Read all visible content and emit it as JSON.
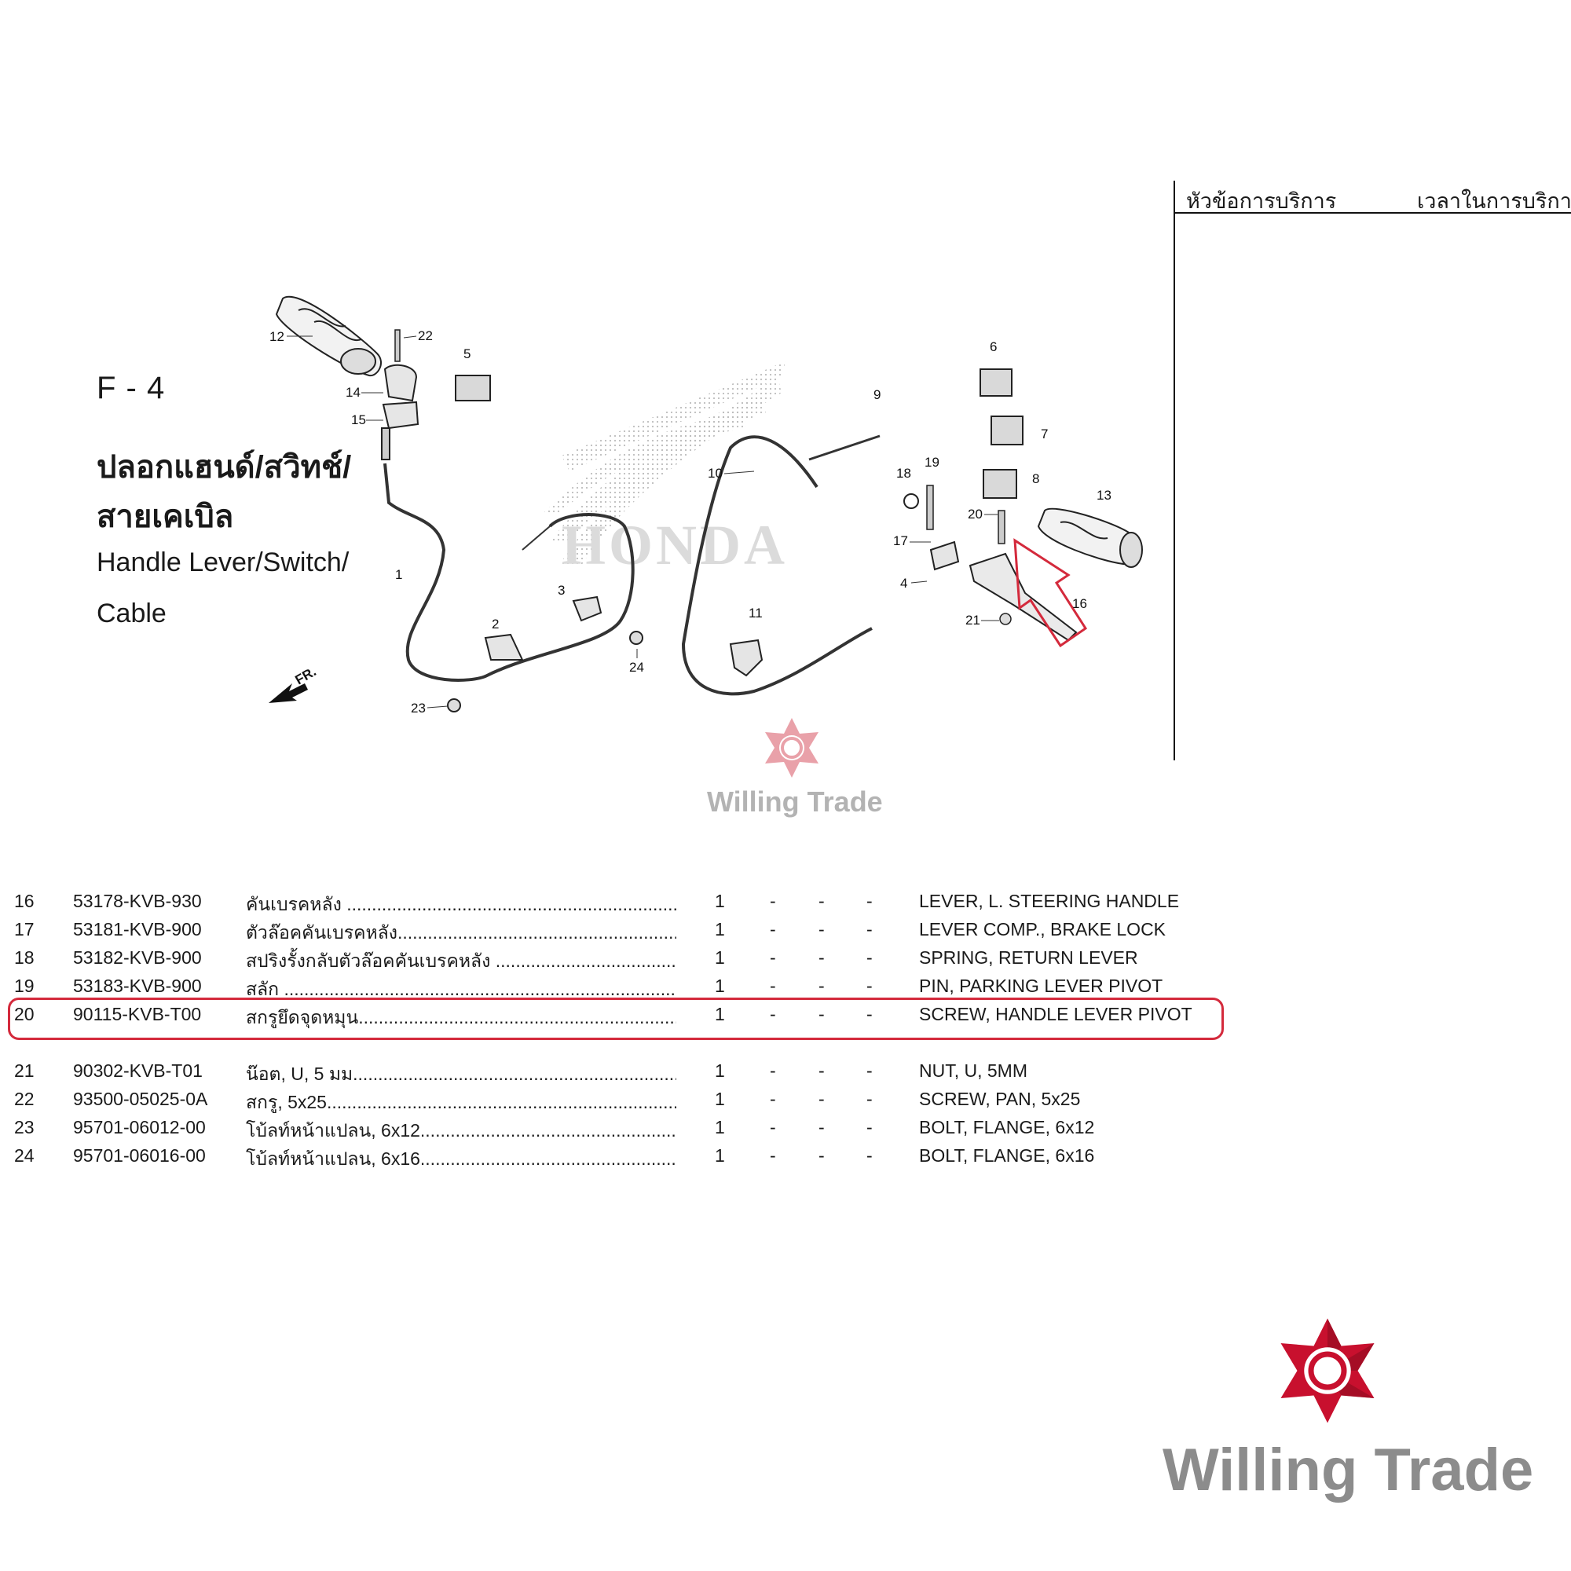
{
  "service_panel": {
    "col_topic": "หัวข้อการบริการ",
    "col_time": "เวลาในการบริการ"
  },
  "figure": {
    "code": "F - 4",
    "title_th_line1": "ปลอกแฮนด์/สวิทช์/",
    "title_th_line2": "สายเคเบิล",
    "title_en_line1": "Handle Lever/Switch/",
    "title_en_line2": "Cable",
    "direction_label": "FR.",
    "callouts": [
      "1",
      "2",
      "3",
      "4",
      "5",
      "6",
      "7",
      "8",
      "9",
      "10",
      "11",
      "12",
      "13",
      "14",
      "15",
      "16",
      "17",
      "18",
      "19",
      "20",
      "21",
      "22",
      "23",
      "24"
    ]
  },
  "parts": [
    {
      "ref": "16",
      "part_no": "53178-KVB-930",
      "name_th": "คันเบรคหลัง",
      "qty": "1",
      "d1": "-",
      "d2": "-",
      "d3": "-",
      "name_en": "LEVER, L. STEERING HANDLE"
    },
    {
      "ref": "17",
      "part_no": "53181-KVB-900",
      "name_th": "ตัวล๊อคคันเบรคหลัง",
      "qty": "1",
      "d1": "-",
      "d2": "-",
      "d3": "-",
      "name_en": "LEVER COMP., BRAKE LOCK"
    },
    {
      "ref": "18",
      "part_no": "53182-KVB-900",
      "name_th": "สปริงรั้งกลับตัวล๊อคคันเบรคหลัง",
      "qty": "1",
      "d1": "-",
      "d2": "-",
      "d3": "-",
      "name_en": "SPRING, RETURN LEVER"
    },
    {
      "ref": "19",
      "part_no": "53183-KVB-900",
      "name_th": "สลัก",
      "qty": "1",
      "d1": "-",
      "d2": "-",
      "d3": "-",
      "name_en": "PIN, PARKING LEVER PIVOT"
    },
    {
      "ref": "20",
      "part_no": "90115-KVB-T00",
      "name_th": "สกรูยึดจุดหมุน",
      "qty": "1",
      "d1": "-",
      "d2": "-",
      "d3": "-",
      "name_en": "SCREW, HANDLE LEVER PIVOT"
    },
    {
      "ref": "21",
      "part_no": "90302-KVB-T01",
      "name_th": "น๊อต, U, 5 มม.",
      "qty": "1",
      "d1": "-",
      "d2": "-",
      "d3": "-",
      "name_en": "NUT, U, 5MM"
    },
    {
      "ref": "22",
      "part_no": "93500-05025-0A",
      "name_th": "สกรู, 5x25",
      "qty": "1",
      "d1": "-",
      "d2": "-",
      "d3": "-",
      "name_en": "SCREW, PAN, 5x25"
    },
    {
      "ref": "23",
      "part_no": "95701-06012-00",
      "name_th": "โบ้ลท์หน้าแปลน, 6x12",
      "qty": "1",
      "d1": "-",
      "d2": "-",
      "d3": "-",
      "name_en": "BOLT, FLANGE, 6x12"
    },
    {
      "ref": "24",
      "part_no": "95701-06016-00",
      "name_th": "โบ้ลท์หน้าแปลน, 6x16",
      "qty": "1",
      "d1": "-",
      "d2": "-",
      "d3": "-",
      "name_en": "BOLT, FLANGE, 6x16"
    }
  ],
  "leader_dots": "..............................................................................................................",
  "watermark": {
    "small": "Willing Trade",
    "large": "Willing Trade"
  },
  "colors": {
    "highlight": "#d42a3c",
    "logo_red": "#c8102e",
    "watermark_gray": "#8c8c8c"
  }
}
